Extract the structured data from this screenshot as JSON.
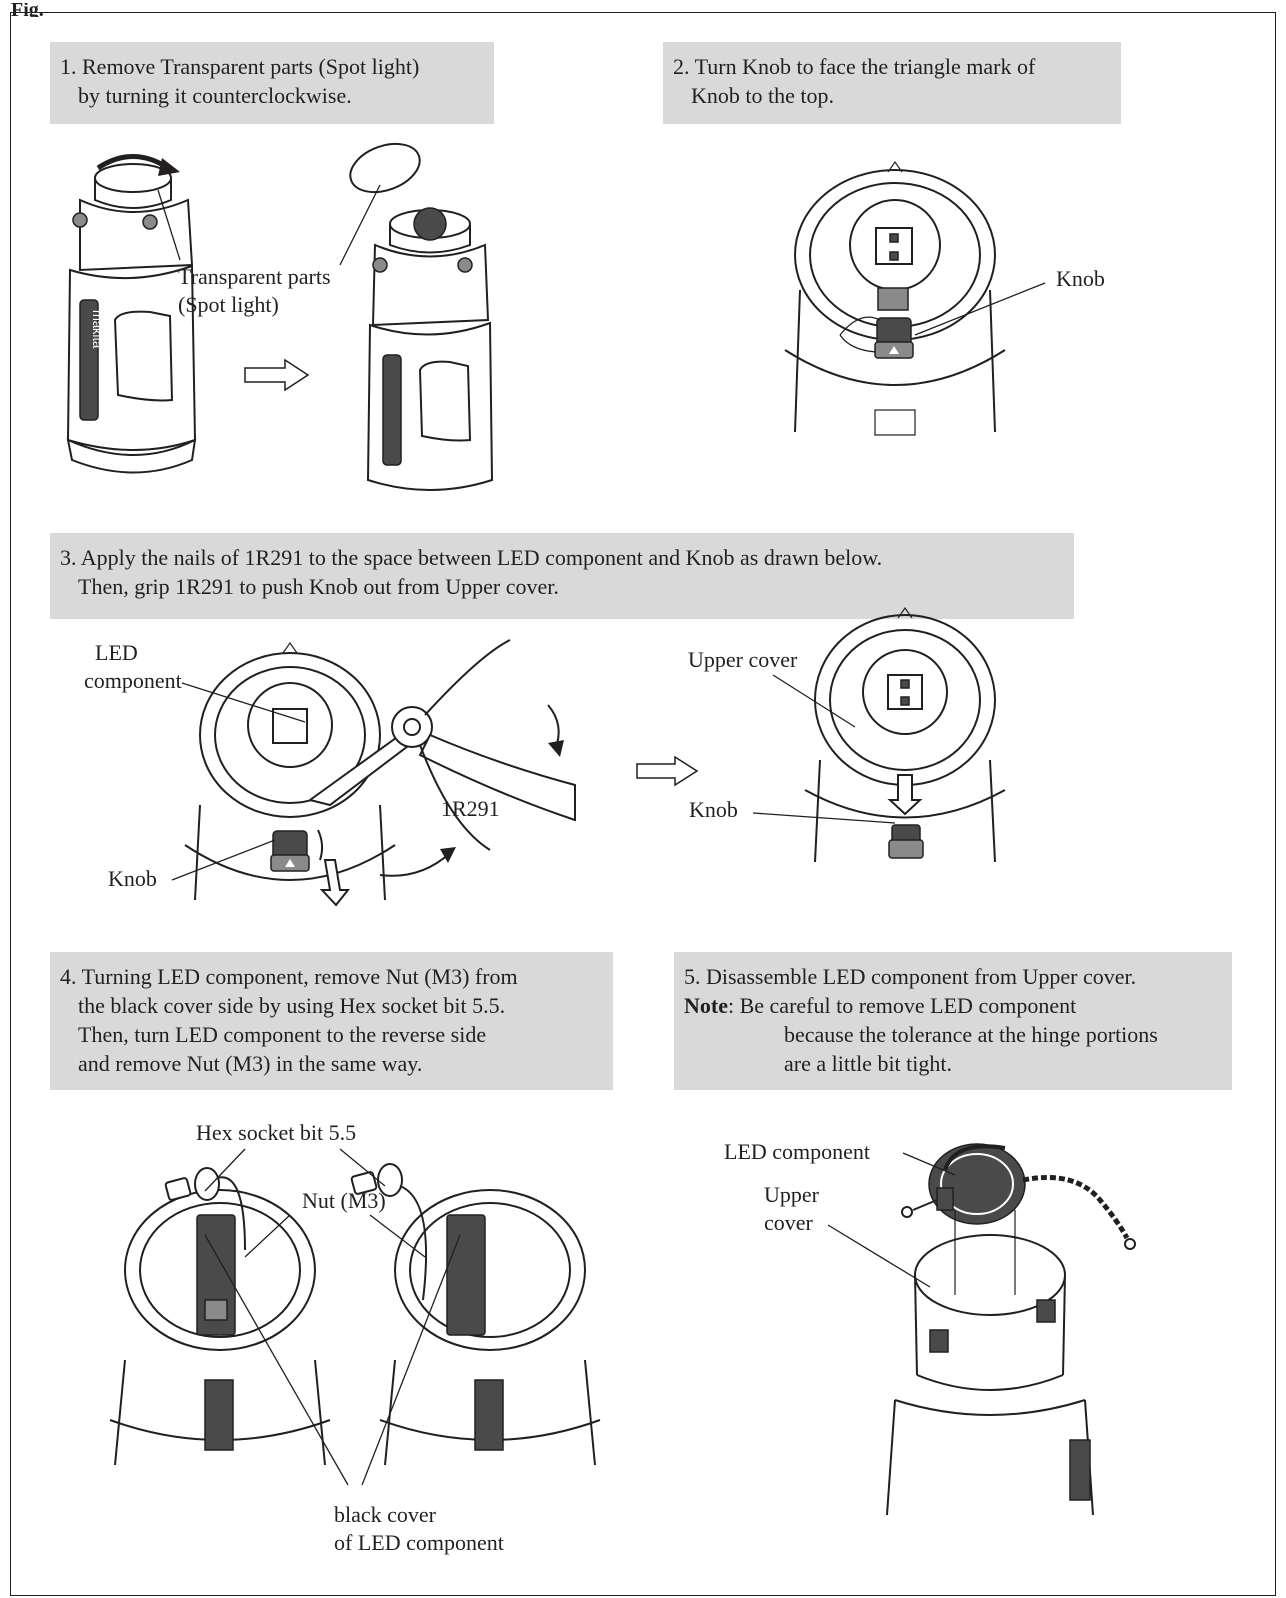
{
  "header": {
    "fragment": "Fig."
  },
  "steps": {
    "s1": {
      "line1": "1. Remove Transparent parts (Spot light)",
      "line2": "by turning it counterclockwise."
    },
    "s2": {
      "line1": "2. Turn Knob to face the triangle mark of",
      "line2": "Knob to the top."
    },
    "s3": {
      "line1": "3. Apply the nails of 1R291 to the space between LED component and Knob as drawn below.",
      "line2": "Then, grip 1R291 to push Knob out from Upper cover."
    },
    "s4": {
      "line1": "4. Turning LED component, remove Nut (M3) from",
      "line2": "the black cover side by using Hex socket bit 5.5.",
      "line3": "Then, turn LED component to the reverse side",
      "line4": "and remove Nut (M3) in the same way."
    },
    "s5": {
      "line1": "5. Disassemble LED component from Upper cover.",
      "note_label": "Note",
      "note_text": ": Be careful to remove LED component",
      "line3": "because the tolerance at the hinge portions",
      "line4": "are a little bit tight."
    }
  },
  "labels": {
    "transparent1": "Transparent parts",
    "transparent2": "(Spot light)",
    "knob": "Knob",
    "led1": "LED",
    "led2": "component",
    "tool": "1R291",
    "upper_cover": "Upper cover",
    "hex_bit": "Hex socket bit 5.5",
    "nut": "Nut (M3)",
    "black_cover1": "black cover",
    "black_cover2": "of LED component",
    "led_component": "LED component",
    "upper": "Upper",
    "cover": "cover"
  },
  "brand_mark": "makita"
}
